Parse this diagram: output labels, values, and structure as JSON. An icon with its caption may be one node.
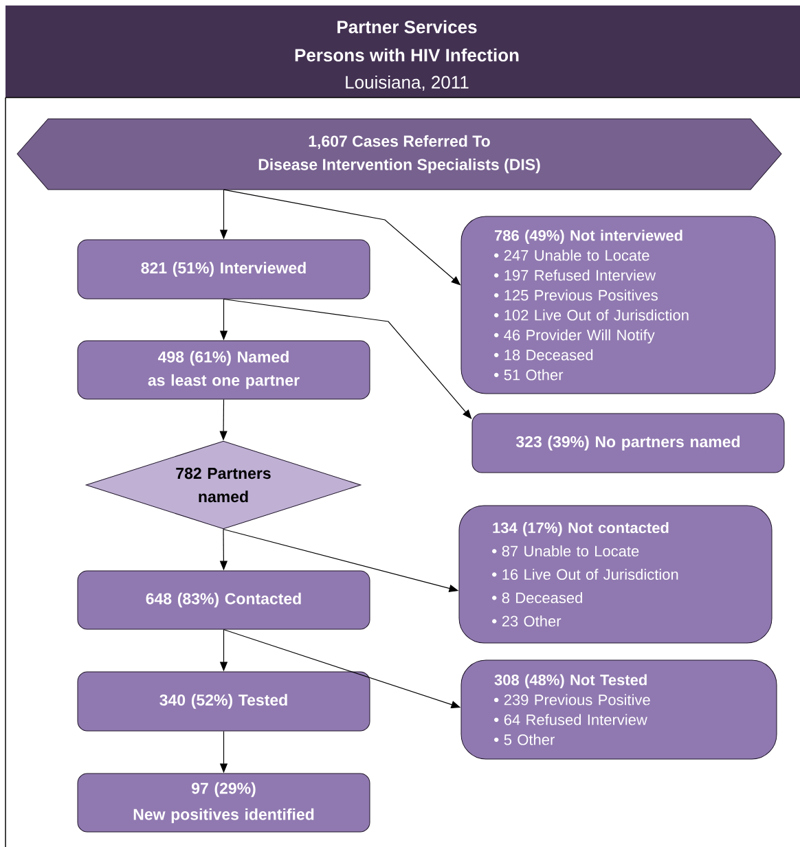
{
  "diagram": {
    "title": "Partner Services",
    "labels": [
      "Persons with HIV Infection",
      "Louisiana, 2011"
    ],
    "nodes": [
      {
        "text": [
          "1,607 Cases Referred To",
          "Disease Intervention Specialists (DIS)"
        ]
      },
      {
        "text": [
          "821 (51%) Interviewed"
        ]
      },
      {
        "text": [
          "786 (49%) Not interviewed",
          "247 Unable to Locate",
          "197 Refused Interview",
          "125 Previous Positives",
          "102 Live Out of Jurisdiction",
          "46 Provider Will Notify",
          "18 Deceased",
          "51 Other"
        ]
      },
      {
        "text": [
          "498 (61%) Named as least one partner"
        ]
      },
      {
        "text": [
          "323 (39%) No partners named"
        ]
      },
      {
        "text": [
          "782 Partners named"
        ]
      },
      {
        "text": [
          "134 (17%) Not contacted",
          "87 Unable to Locate",
          "16 Live Out of Jurisdiction",
          "8 Deceased",
          "23 Other"
        ]
      },
      {
        "text": [
          "648 (83%) Contacted"
        ]
      },
      {
        "text": [
          "308 (48%) Not Tested",
          "239 Previous Positive",
          "64 Refused Interview",
          "5 Other"
        ]
      },
      {
        "text": [
          "340 (52%) Tested"
        ]
      },
      {
        "text": [
          "97 (29%)",
          "New positives identified"
        ]
      }
    ],
    "edges": [
      {
        "from": 0,
        "to": 1,
        "arrow": "to"
      },
      {
        "from": 0,
        "to": 2,
        "arrow": "to"
      },
      {
        "from": 1,
        "to": 3,
        "arrow": "to"
      },
      {
        "from": 1,
        "to": 4,
        "arrow": "to"
      },
      {
        "from": 3,
        "to": 5,
        "arrow": "to"
      },
      {
        "from": 5,
        "to": 7,
        "arrow": "to"
      },
      {
        "from": 5,
        "to": 6,
        "arrow": "to"
      },
      {
        "from": 7,
        "to": 9,
        "arrow": "to"
      },
      {
        "from": 7,
        "to": 8,
        "arrow": "to"
      },
      {
        "from": 9,
        "to": 10,
        "arrow": "to"
      }
    ]
  }
}
